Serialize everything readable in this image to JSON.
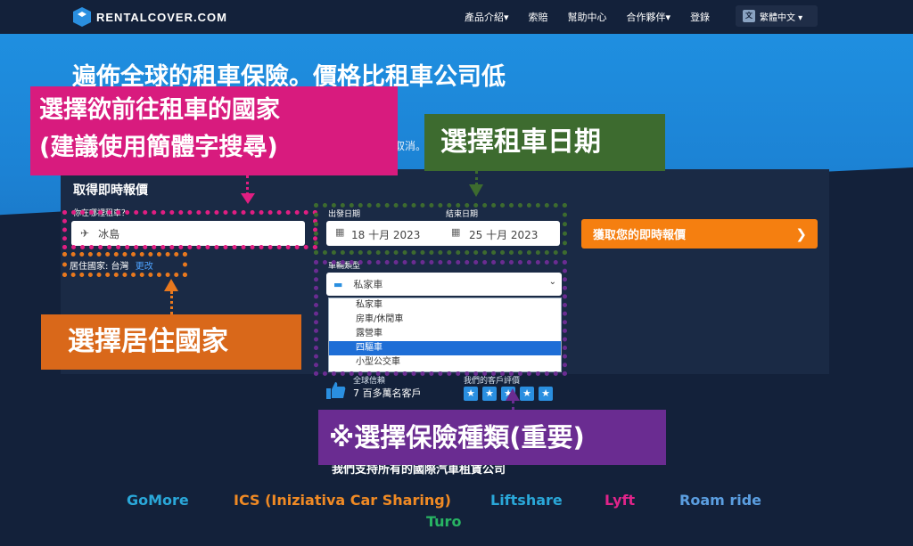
{
  "nav": {
    "brand": "RENTALCOVER.COM",
    "links": [
      "產品介紹▾",
      "索賠",
      "幫助中心",
      "合作夥伴▾",
      "登錄"
    ],
    "language": "繁體中文 ▾",
    "language_icon": "translate-icon"
  },
  "hero": {
    "headline": "遍佈全球的租車保險。價格比租車公司低",
    "subline": "時取消。"
  },
  "form": {
    "title": "取得即時報價",
    "country_label": "你在哪裡租車？",
    "country_value": "冰島",
    "pickup_label": "出發日期",
    "pickup_value": "18 十月 2023",
    "return_label": "結束日期",
    "return_value": "25 十月 2023",
    "residence_label": "居住國家: 台灣",
    "residence_change": "更改",
    "vehicle_label": "車輛類型",
    "vehicle_value": "私家車",
    "vehicle_options": [
      "私家車",
      "房車/休閒車",
      "露營車",
      "四驅車",
      "小型公交車"
    ],
    "vehicle_selected_index": 3,
    "cta": "獲取您的即時報價"
  },
  "stats": {
    "customers_label": "全球信賴",
    "customers": "7 百多萬名客戶",
    "rating_label": "我們的客戶評價",
    "stars": [
      "★",
      "★",
      "★",
      "★",
      "★"
    ]
  },
  "partners": {
    "title": "我們支持所有的國際汽車租賃公司",
    "items": [
      {
        "name": "GoMore",
        "color": "#2aa7d8"
      },
      {
        "name": "ICS (Iniziativa Car Sharing)",
        "color": "#f08a24"
      },
      {
        "name": "Liftshare",
        "color": "#2aa7d8"
      },
      {
        "name": "Lyft",
        "color": "#e0248a"
      },
      {
        "name": "Roam ride",
        "color": "#5b9ee0"
      },
      {
        "name": "Turo",
        "color": "#28b463"
      }
    ]
  },
  "annotations": {
    "country": "選擇欲前往租車的國家\n(建議使用簡體字搜尋)",
    "dates": "選擇租車日期",
    "residence": "選擇居住國家",
    "vehicle": "※選擇保險種類(重要)",
    "colors": {
      "pink": "#d81b7e",
      "green": "#3d6b2f",
      "orange": "#d9681a",
      "purple": "#6a2c91"
    }
  }
}
